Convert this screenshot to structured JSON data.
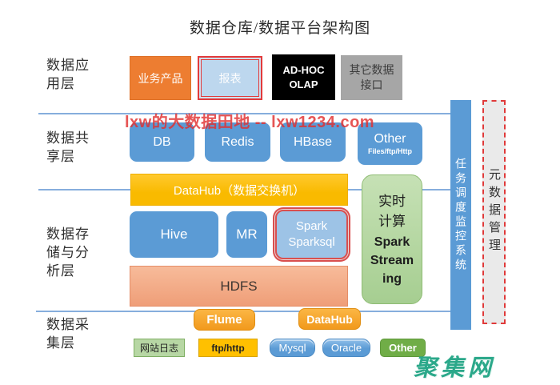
{
  "title": "数据仓库/数据平台架构图",
  "watermarks": {
    "red": "lxw的大数据田地 -- lxw1234.com",
    "site": "聚集网"
  },
  "layer_labels": {
    "application": "数据应\n用层",
    "sharing": "数据共\n享层",
    "storage": "数据存\n储与分\n析层",
    "collection": "数据采\n集层"
  },
  "application_layer": {
    "business_product": "业务产品",
    "report": "报表",
    "adhoc_olap": "AD-HOC\nOLAP",
    "other_interface": "其它数据\n接口"
  },
  "sharing_layer": {
    "db": "DB",
    "redis": "Redis",
    "hbase": "HBase",
    "other": "Other",
    "other_sub": "Files/ftp/Http",
    "datahub_bar": "DataHub（数据交换机）"
  },
  "storage_layer": {
    "hive": "Hive",
    "mr": "MR",
    "spark": "Spark\nSparksql",
    "hdfs": "HDFS",
    "realtime_cn": "实时计算",
    "realtime_en": "Spark Streaming"
  },
  "right_panels": {
    "scheduler": "任务调度监控系统",
    "metadata": "元数据管理"
  },
  "collection_layer": {
    "flume": "Flume",
    "datahub": "DataHub",
    "weblog": "网站日志",
    "ftp_http": "ftp/http",
    "mysql": "Mysql",
    "oracle": "Oracle",
    "other": "Other"
  },
  "colors": {
    "box_blue": "#5B9BD5",
    "yellow": "#FFC000",
    "orange": "#ED7D31",
    "report_light_blue": "#BDD7EE",
    "spark_light_blue": "#9DC3E6",
    "realtime_green": "#A6CE91",
    "hdfs_salmon": "#F2A482",
    "gray_interface": "#A6A6A6",
    "black_box": "#000000",
    "bottom_green": "#70AD47",
    "weblog_green": "#B7D7A4",
    "flume_orange": "#F5A623",
    "red_accent": "#E03A3A",
    "line_blue": "#86AEDD",
    "watermark_teal": "#2BA88A"
  }
}
